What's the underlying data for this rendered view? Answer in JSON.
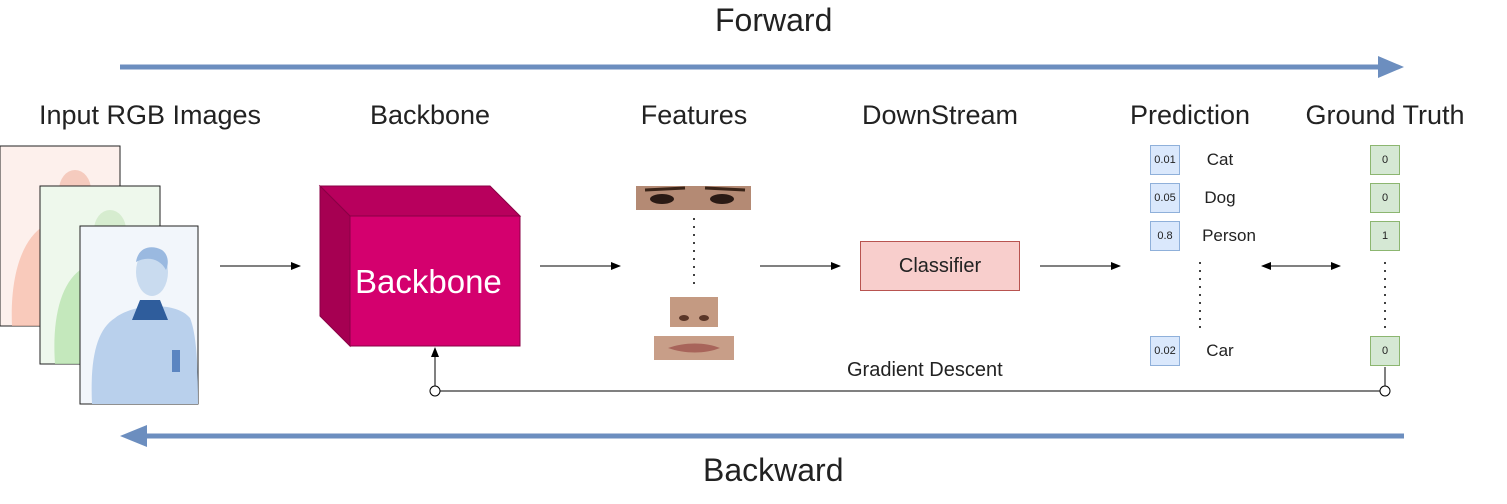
{
  "directions": {
    "forward": "Forward",
    "backward": "Backward"
  },
  "headers": {
    "input": "Input RGB Images",
    "backbone": "Backbone",
    "features": "Features",
    "downstream": "DownStream",
    "prediction": "Prediction",
    "ground_truth": "Ground Truth"
  },
  "backbone_label": "Backbone",
  "classifier_label": "Classifier",
  "gradient_label": "Gradient Descent",
  "prediction": [
    {
      "score": "0.01",
      "class": "Cat"
    },
    {
      "score": "0.05",
      "class": "Dog"
    },
    {
      "score": "0.8",
      "class": "Person"
    },
    {
      "score": "0.02",
      "class": "Car"
    }
  ],
  "ground_truth": [
    "0",
    "0",
    "1",
    "0"
  ],
  "colors": {
    "direction_arrow": "#6c8ebf",
    "backbone_front": "#d4006e",
    "backbone_top": "#b8005d",
    "backbone_side": "#a60052",
    "classifier_fill": "#f8cecc",
    "classifier_stroke": "#b85450",
    "prediction_fill": "#dae8fc",
    "ground_truth_fill": "#d5e8d4",
    "image_tints": [
      "#fbe3dc",
      "#e3f4df",
      "#dbe7f5"
    ]
  }
}
